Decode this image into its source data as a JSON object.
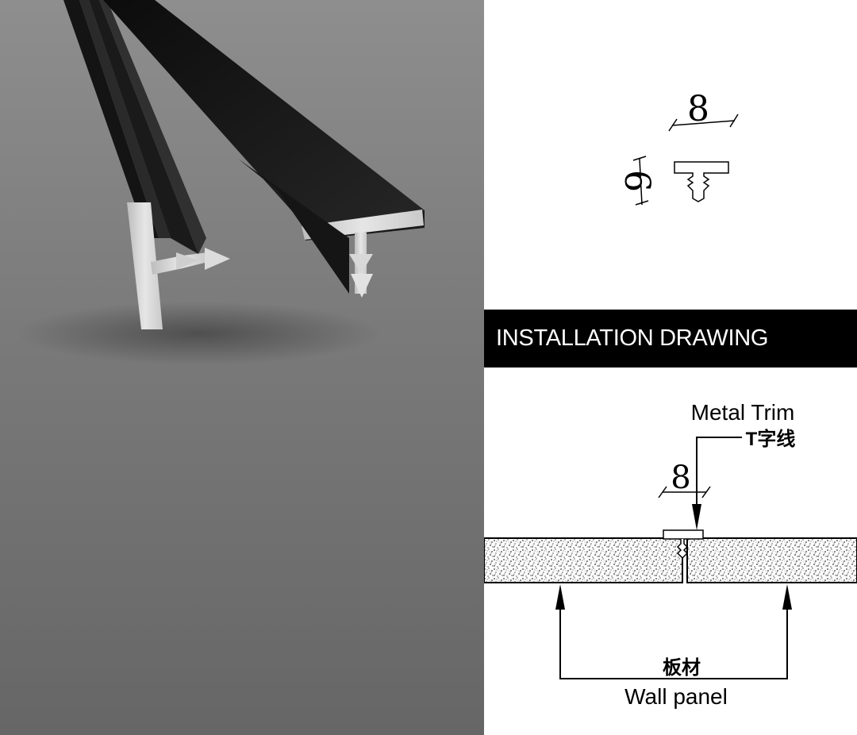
{
  "colors": {
    "photo_bg_top": "#8c8c8c",
    "photo_bg_bottom": "#6a6a6a",
    "profile": "#1c1c1c",
    "aluminum": "#d6d6d6",
    "banner_bg": "#000000",
    "banner_text": "#ffffff",
    "line": "#000000"
  },
  "dimension_drawing": {
    "width_value": "8",
    "height_value": "6"
  },
  "banner": {
    "title": "INSTALLATION DRAWING"
  },
  "installation_drawing": {
    "trim_label_en": "Metal Trim",
    "trim_label_cn": "T字线",
    "gap_value": "8",
    "panel_label_cn": "板材",
    "panel_label_en": "Wall panel"
  }
}
